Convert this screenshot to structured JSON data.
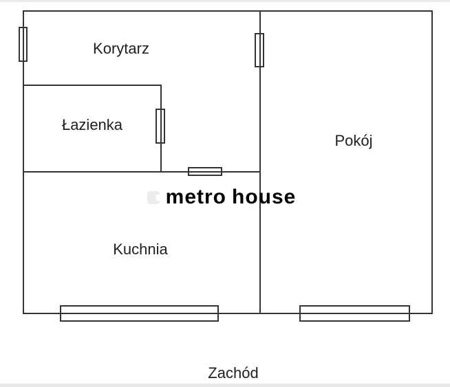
{
  "plan": {
    "rooms": [
      {
        "id": "korytarz",
        "label": "Korytarz"
      },
      {
        "id": "lazienka",
        "label": "Łazienka"
      },
      {
        "id": "pokoj",
        "label": "Pokój"
      },
      {
        "id": "kuchnia",
        "label": "Kuchnia"
      }
    ],
    "compass": {
      "label": "Zachód"
    },
    "watermark": {
      "brand_first": "metro",
      "brand_second": "house"
    },
    "colors": {
      "wall": "#333333",
      "label_text": "#1f1f1f",
      "watermark_first": "#ececec",
      "watermark_second": "#f4f4f4",
      "edge_strip": "#ececec"
    }
  }
}
